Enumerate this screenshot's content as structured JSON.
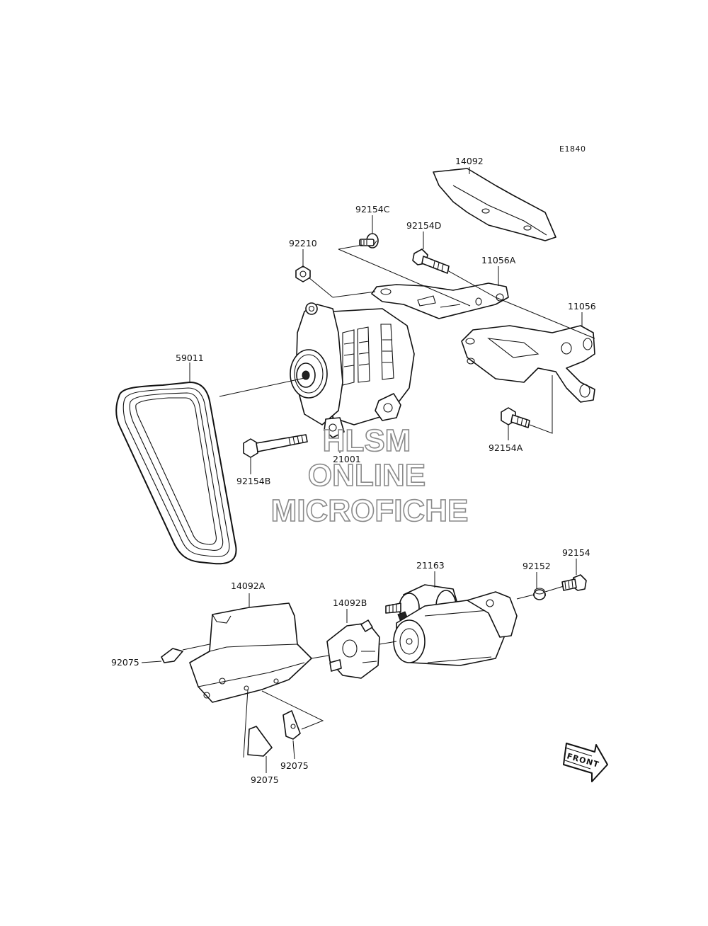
{
  "diagram": {
    "code": "E1840",
    "front_label": "FRONT",
    "parts": [
      {
        "number": "14092"
      },
      {
        "number": "92154C"
      },
      {
        "number": "92154D"
      },
      {
        "number": "92210"
      },
      {
        "number": "11056A"
      },
      {
        "number": "11056"
      },
      {
        "number": "59011"
      },
      {
        "number": "92154A"
      },
      {
        "number": "21001"
      },
      {
        "number": "92154B"
      },
      {
        "number": "21163"
      },
      {
        "number": "92152"
      },
      {
        "number": "92154"
      },
      {
        "number": "14092A"
      },
      {
        "number": "14092B"
      },
      {
        "number": "92075"
      },
      {
        "number": "92075"
      },
      {
        "number": "92075"
      }
    ]
  },
  "watermark": {
    "line1": "HLSM",
    "line2": "ONLINE",
    "line3": "MICROFICHE"
  }
}
